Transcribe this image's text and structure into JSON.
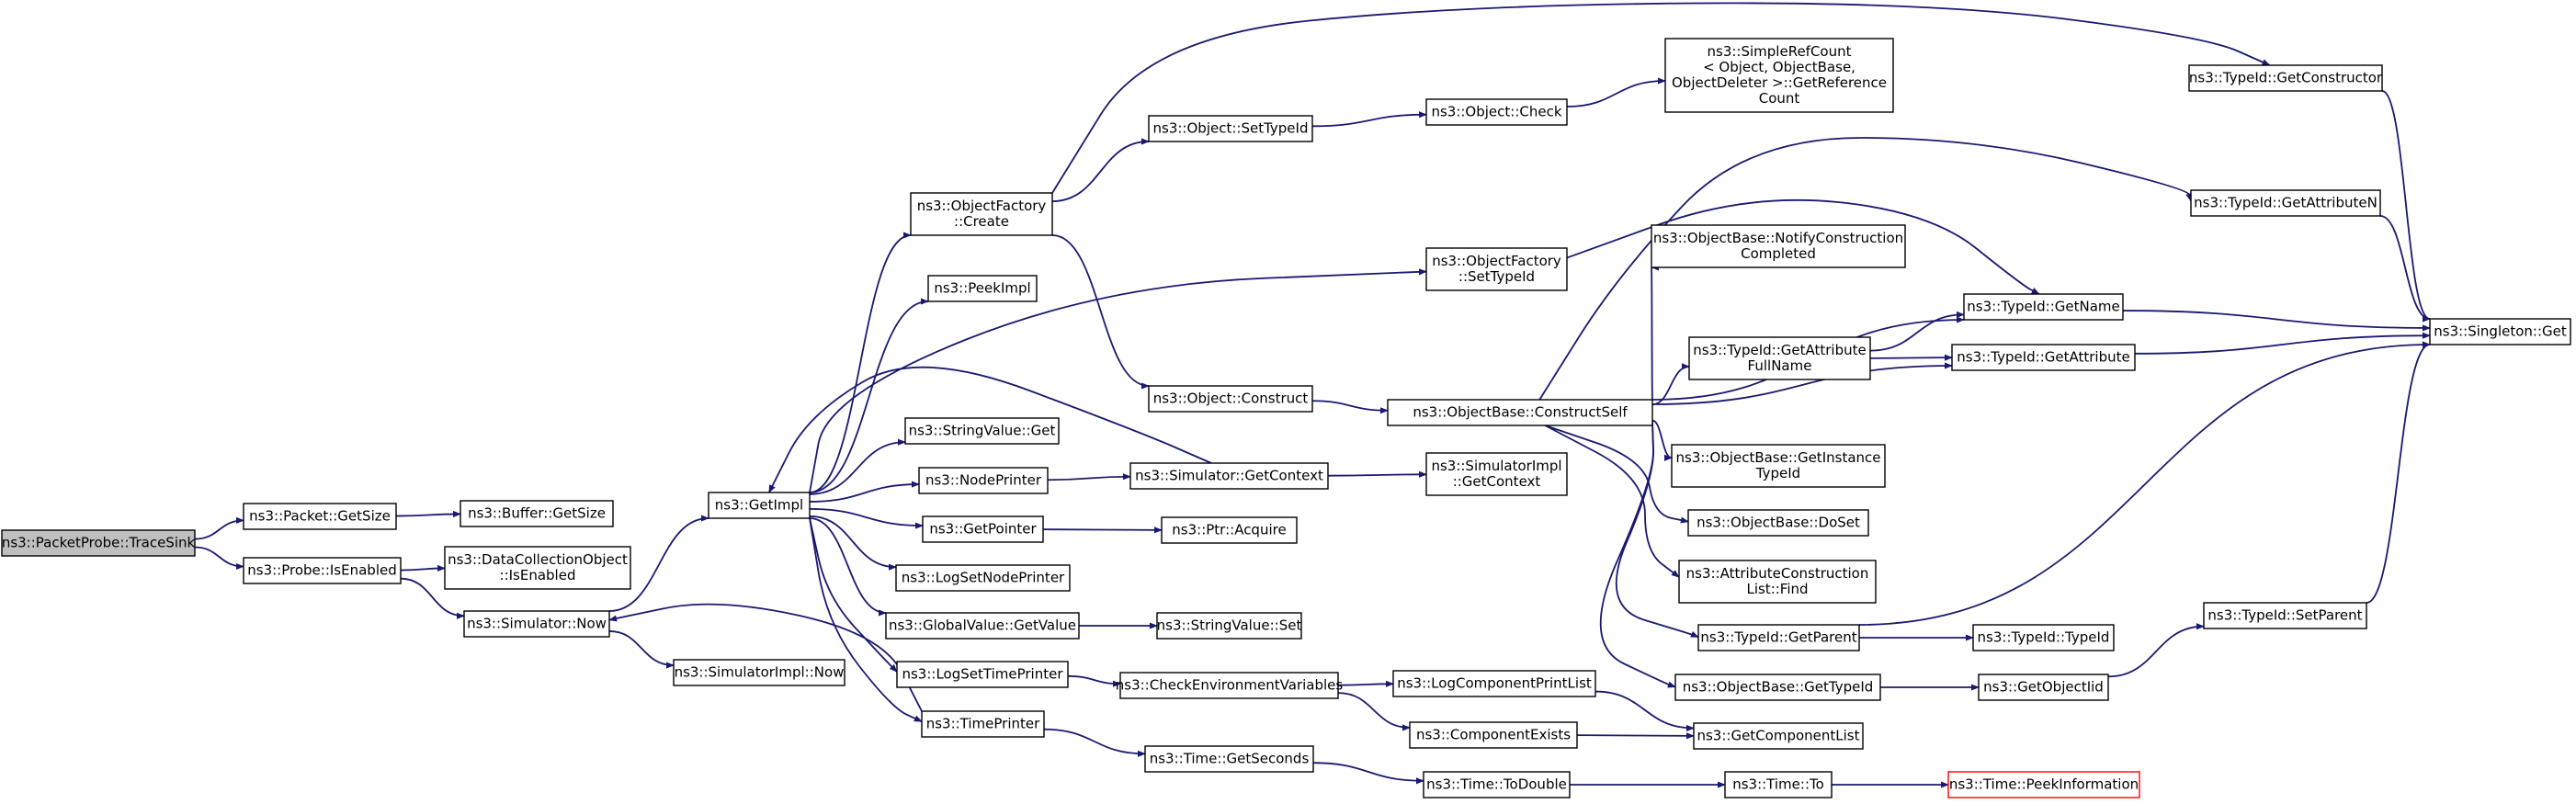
{
  "nodes": [
    {
      "id": "traceSink",
      "lines": [
        "ns3::PacketProbe::TraceSink"
      ],
      "root": true
    },
    {
      "id": "packetGetSize",
      "lines": [
        "ns3::Packet::GetSize"
      ]
    },
    {
      "id": "bufferGetSize",
      "lines": [
        "ns3::Buffer::GetSize"
      ]
    },
    {
      "id": "probeIsEnabled",
      "lines": [
        "ns3::Probe::IsEnabled"
      ]
    },
    {
      "id": "dcoIsEnabled",
      "lines": [
        "ns3::DataCollectionObject",
        "::IsEnabled"
      ]
    },
    {
      "id": "simNow",
      "lines": [
        "ns3::Simulator::Now"
      ]
    },
    {
      "id": "simImplNow",
      "lines": [
        "ns3::SimulatorImpl::Now"
      ]
    },
    {
      "id": "getImpl",
      "lines": [
        "ns3::GetImpl"
      ]
    },
    {
      "id": "objFactoryCreate",
      "lines": [
        "ns3::ObjectFactory",
        "::Create"
      ]
    },
    {
      "id": "peekImpl",
      "lines": [
        "ns3::PeekImpl"
      ]
    },
    {
      "id": "stringValueGet",
      "lines": [
        "ns3::StringValue::Get"
      ]
    },
    {
      "id": "nodePrinter",
      "lines": [
        "ns3::NodePrinter"
      ]
    },
    {
      "id": "getPointer",
      "lines": [
        "ns3::GetPointer"
      ]
    },
    {
      "id": "logSetNodePrinter",
      "lines": [
        "ns3::LogSetNodePrinter"
      ]
    },
    {
      "id": "globalValueGetValue",
      "lines": [
        "ns3::GlobalValue::GetValue"
      ]
    },
    {
      "id": "logSetTimePrinter",
      "lines": [
        "ns3::LogSetTimePrinter"
      ]
    },
    {
      "id": "timePrinter",
      "lines": [
        "ns3::TimePrinter"
      ]
    },
    {
      "id": "objSetTypeId",
      "lines": [
        "ns3::Object::SetTypeId"
      ]
    },
    {
      "id": "objConstruct",
      "lines": [
        "ns3::Object::Construct"
      ]
    },
    {
      "id": "simGetContext",
      "lines": [
        "ns3::Simulator::GetContext"
      ]
    },
    {
      "id": "ptrAcquire",
      "lines": [
        "ns3::Ptr::Acquire"
      ]
    },
    {
      "id": "stringValueSet",
      "lines": [
        "ns3::StringValue::Set"
      ]
    },
    {
      "id": "checkEnvVars",
      "lines": [
        "ns3::CheckEnvironmentVariables"
      ]
    },
    {
      "id": "timeGetSeconds",
      "lines": [
        "ns3::Time::GetSeconds"
      ]
    },
    {
      "id": "objCheck",
      "lines": [
        "ns3::Object::Check"
      ]
    },
    {
      "id": "objFactorySetTypeId",
      "lines": [
        "ns3::ObjectFactory",
        "::SetTypeId"
      ]
    },
    {
      "id": "objBaseConstructSelf",
      "lines": [
        "ns3::ObjectBase::ConstructSelf"
      ]
    },
    {
      "id": "simImplGetContext",
      "lines": [
        "ns3::SimulatorImpl",
        "::GetContext"
      ]
    },
    {
      "id": "logComponentPrintList",
      "lines": [
        "ns3::LogComponentPrintList"
      ]
    },
    {
      "id": "componentExists",
      "lines": [
        "ns3::ComponentExists"
      ]
    },
    {
      "id": "timeToDouble",
      "lines": [
        "ns3::Time::ToDouble"
      ]
    },
    {
      "id": "simpleRefCount",
      "lines": [
        "ns3::SimpleRefCount",
        "< Object, ObjectBase,",
        "ObjectDeleter >::GetReference",
        "Count"
      ]
    },
    {
      "id": "notifyConstruction",
      "lines": [
        "ns3::ObjectBase::NotifyConstruction",
        "Completed"
      ]
    },
    {
      "id": "getAttributeFullName",
      "lines": [
        "ns3::TypeId::GetAttribute",
        "FullName"
      ]
    },
    {
      "id": "getInstanceTypeId",
      "lines": [
        "ns3::ObjectBase::GetInstance",
        "TypeId"
      ]
    },
    {
      "id": "objBaseDoSet",
      "lines": [
        "ns3::ObjectBase::DoSet"
      ]
    },
    {
      "id": "attrConstructionListFind",
      "lines": [
        "ns3::AttributeConstruction",
        "List::Find"
      ]
    },
    {
      "id": "typeIdGetParent",
      "lines": [
        "ns3::TypeId::GetParent"
      ]
    },
    {
      "id": "objBaseGetTypeId",
      "lines": [
        "ns3::ObjectBase::GetTypeId"
      ]
    },
    {
      "id": "getComponentList",
      "lines": [
        "ns3::GetComponentList"
      ]
    },
    {
      "id": "timeTo",
      "lines": [
        "ns3::Time::To"
      ]
    },
    {
      "id": "typeIdGetName",
      "lines": [
        "ns3::TypeId::GetName"
      ]
    },
    {
      "id": "typeIdGetAttribute",
      "lines": [
        "ns3::TypeId::GetAttribute"
      ]
    },
    {
      "id": "typeIdTypeId",
      "lines": [
        "ns3::TypeId::TypeId"
      ]
    },
    {
      "id": "getObjectIid",
      "lines": [
        "ns3::GetObjectIid"
      ]
    },
    {
      "id": "timePeekInformation",
      "lines": [
        "ns3::Time::PeekInformation"
      ],
      "highlight": true
    },
    {
      "id": "typeIdGetConstructor",
      "lines": [
        "ns3::TypeId::GetConstructor"
      ]
    },
    {
      "id": "typeIdGetAttributeN",
      "lines": [
        "ns3::TypeId::GetAttributeN"
      ]
    },
    {
      "id": "typeIdSetParent",
      "lines": [
        "ns3::TypeId::SetParent"
      ]
    },
    {
      "id": "singletonGet",
      "lines": [
        "ns3::Singleton::Get"
      ]
    }
  ],
  "edges": [
    [
      "traceSink",
      "packetGetSize"
    ],
    [
      "traceSink",
      "probeIsEnabled"
    ],
    [
      "packetGetSize",
      "bufferGetSize"
    ],
    [
      "probeIsEnabled",
      "dcoIsEnabled"
    ],
    [
      "probeIsEnabled",
      "simNow"
    ],
    [
      "simNow",
      "getImpl"
    ],
    [
      "simNow",
      "simImplNow"
    ],
    [
      "getImpl",
      "objFactoryCreate"
    ],
    [
      "getImpl",
      "peekImpl"
    ],
    [
      "getImpl",
      "objFactorySetTypeId"
    ],
    [
      "getImpl",
      "stringValueGet"
    ],
    [
      "getImpl",
      "nodePrinter"
    ],
    [
      "getImpl",
      "getPointer"
    ],
    [
      "getImpl",
      "logSetNodePrinter"
    ],
    [
      "getImpl",
      "globalValueGetValue"
    ],
    [
      "getImpl",
      "logSetTimePrinter"
    ],
    [
      "getImpl",
      "timePrinter"
    ],
    [
      "objFactoryCreate",
      "objSetTypeId"
    ],
    [
      "objFactoryCreate",
      "objConstruct"
    ],
    [
      "objFactoryCreate",
      "typeIdGetConstructor"
    ],
    [
      "objSetTypeId",
      "objCheck"
    ],
    [
      "objCheck",
      "simpleRefCount"
    ],
    [
      "objConstruct",
      "objBaseConstructSelf"
    ],
    [
      "objFactorySetTypeId",
      "typeIdGetName"
    ],
    [
      "nodePrinter",
      "simGetContext"
    ],
    [
      "simGetContext",
      "getImpl"
    ],
    [
      "simGetContext",
      "simImplGetContext"
    ],
    [
      "getPointer",
      "ptrAcquire"
    ],
    [
      "globalValueGetValue",
      "stringValueSet"
    ],
    [
      "logSetTimePrinter",
      "checkEnvVars"
    ],
    [
      "timePrinter",
      "simNow"
    ],
    [
      "timePrinter",
      "timeGetSeconds"
    ],
    [
      "checkEnvVars",
      "logComponentPrintList"
    ],
    [
      "checkEnvVars",
      "componentExists"
    ],
    [
      "logComponentPrintList",
      "getComponentList"
    ],
    [
      "componentExists",
      "getComponentList"
    ],
    [
      "timeGetSeconds",
      "timeToDouble"
    ],
    [
      "timeToDouble",
      "timeTo"
    ],
    [
      "timeTo",
      "timePeekInformation"
    ],
    [
      "objBaseConstructSelf",
      "notifyConstruction"
    ],
    [
      "objBaseConstructSelf",
      "typeIdGetName"
    ],
    [
      "objBaseConstructSelf",
      "getAttributeFullName"
    ],
    [
      "objBaseConstructSelf",
      "typeIdGetAttribute"
    ],
    [
      "objBaseConstructSelf",
      "typeIdGetAttributeN"
    ],
    [
      "objBaseConstructSelf",
      "getInstanceTypeId"
    ],
    [
      "objBaseConstructSelf",
      "objBaseDoSet"
    ],
    [
      "objBaseConstructSelf",
      "attrConstructionListFind"
    ],
    [
      "objBaseConstructSelf",
      "typeIdGetParent"
    ],
    [
      "objBaseConstructSelf",
      "objBaseGetTypeId"
    ],
    [
      "getAttributeFullName",
      "typeIdGetName"
    ],
    [
      "getAttributeFullName",
      "typeIdGetAttribute"
    ],
    [
      "typeIdGetParent",
      "typeIdTypeId"
    ],
    [
      "typeIdGetParent",
      "singletonGet"
    ],
    [
      "objBaseGetTypeId",
      "getObjectIid"
    ],
    [
      "getObjectIid",
      "typeIdSetParent"
    ],
    [
      "typeIdGetName",
      "singletonGet"
    ],
    [
      "typeIdGetAttribute",
      "singletonGet"
    ],
    [
      "typeIdGetConstructor",
      "singletonGet"
    ],
    [
      "typeIdGetAttributeN",
      "singletonGet"
    ],
    [
      "typeIdSetParent",
      "singletonGet"
    ]
  ]
}
